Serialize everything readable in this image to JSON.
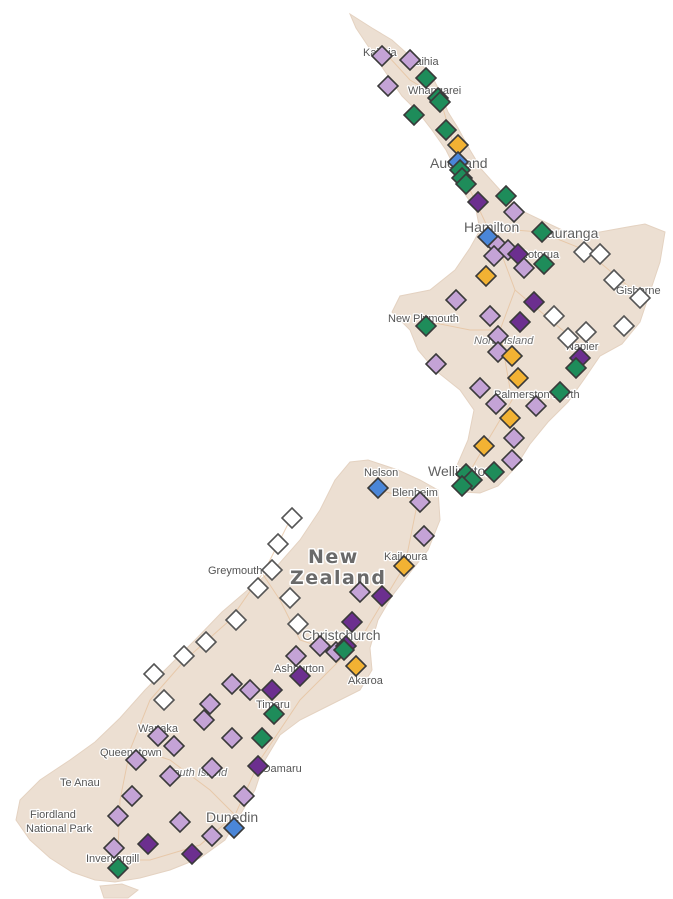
{
  "map": {
    "country_label_line1": "New",
    "country_label_line2": "Zealand",
    "island_north": "North Island",
    "island_south": "South Island",
    "places": [
      "Kaitaia",
      "Kaihia",
      "Whangarei",
      "Auckland",
      "Hamilton",
      "Tauranga",
      "Rotorua",
      "Gisborne",
      "New Plymouth",
      "Napier",
      "Palmerston North",
      "Wellington",
      "Nelson",
      "Blenheim",
      "Kaikoura",
      "Greymouth",
      "Christchurch",
      "Ashburton",
      "Akaroa",
      "Timaru",
      "Wanaka",
      "Queenstown",
      "Te Anau",
      "Oamaru",
      "Dunedin",
      "Fiordland National Park",
      "Invercargill"
    ]
  },
  "legend_colors": {
    "green": "#1e8c5a",
    "purple": "#6c2f8f",
    "lavender": "#c4a3d6",
    "orange": "#f2b233",
    "blue": "#4a86d8",
    "white": "#ffffff"
  },
  "land_color": "#ecdfd2"
}
